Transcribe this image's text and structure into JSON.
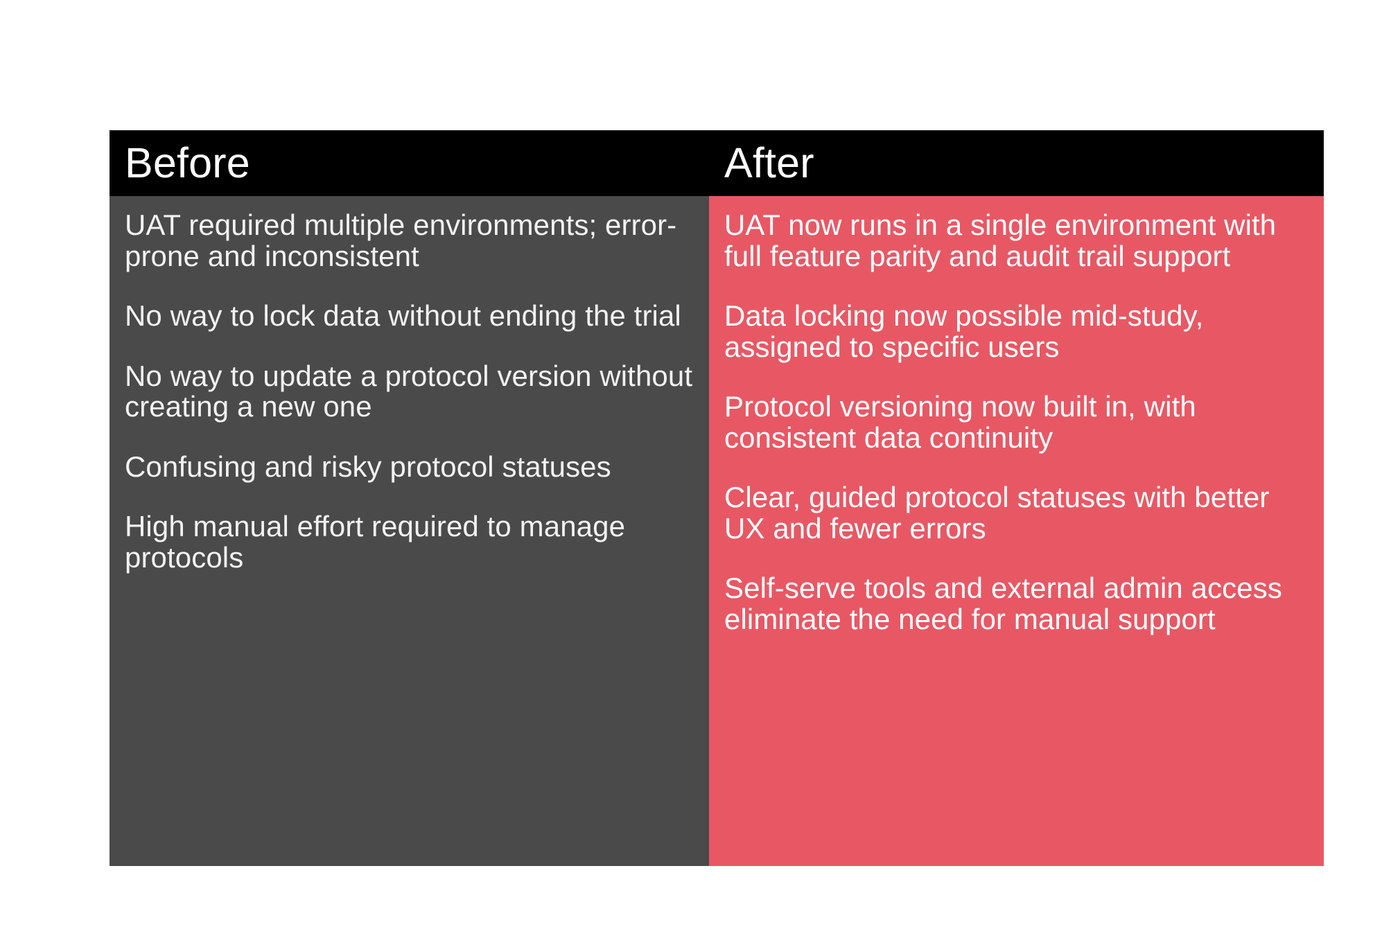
{
  "slide": {
    "background_color": "#ffffff",
    "table": {
      "header": {
        "background_color": "#000000",
        "text_color": "#ffffff",
        "columns": [
          {
            "label": "Before"
          },
          {
            "label": "After"
          }
        ]
      },
      "columns": [
        {
          "key": "before",
          "background_color": "#4a4a4a",
          "items": [
            "UAT required multiple environments; error-prone and inconsistent",
            "No way to lock data without ending the trial",
            "No way to update a protocol version without creating a new one",
            "Confusing and risky protocol statuses",
            "High manual effort required to manage protocols"
          ]
        },
        {
          "key": "after",
          "background_color": "#e75864",
          "items": [
            "UAT now runs in a single environment with full feature parity and audit trail support",
            "Data locking now possible mid-study, assigned to specific users",
            "Protocol versioning now built in, with consistent data continuity",
            "Clear, guided protocol statuses with better UX and fewer errors",
            "Self-serve tools and external admin access eliminate the need for manual support"
          ]
        }
      ]
    }
  }
}
